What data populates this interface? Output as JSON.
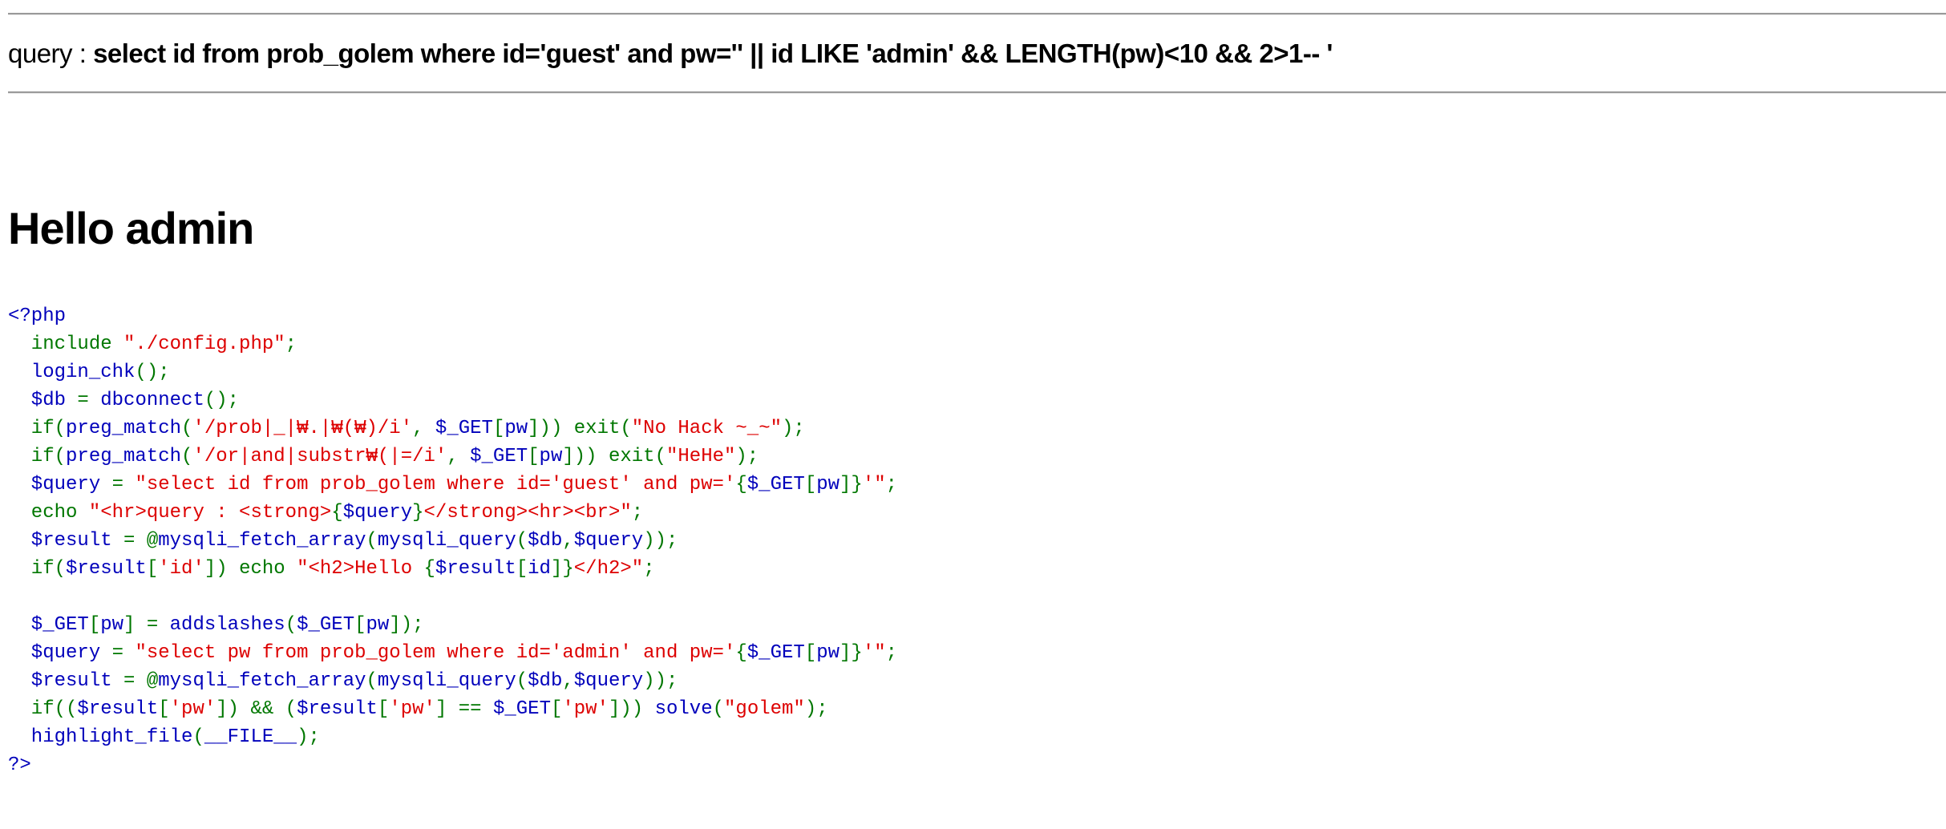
{
  "query_label": "query : ",
  "query_text": "select id from prob_golem where id='guest' and pw='' || id LIKE 'admin' && LENGTH(pw)<10 && 2>1-- '",
  "hello": "Hello admin",
  "colors": {
    "default": "#0000BB",
    "keyword": "#007700",
    "string": "#DD0000"
  },
  "code": {
    "lines": [
      [
        [
          "b",
          "<?php"
        ]
      ],
      [
        [
          "g",
          "  include "
        ],
        [
          "r",
          "\"./config.php\""
        ],
        [
          "g",
          ";"
        ]
      ],
      [
        [
          "b",
          "  login_chk"
        ],
        [
          "g",
          "();"
        ]
      ],
      [
        [
          "b",
          "  $db "
        ],
        [
          "g",
          "= "
        ],
        [
          "b",
          "dbconnect"
        ],
        [
          "g",
          "();"
        ]
      ],
      [
        [
          "g",
          "  if("
        ],
        [
          "b",
          "preg_match"
        ],
        [
          "g",
          "("
        ],
        [
          "r",
          "'/prob|_|₩.|₩(₩)/i'"
        ],
        [
          "g",
          ", "
        ],
        [
          "b",
          "$_GET"
        ],
        [
          "g",
          "["
        ],
        [
          "b",
          "pw"
        ],
        [
          "g",
          "])) exit("
        ],
        [
          "r",
          "\"No Hack ~_~\""
        ],
        [
          "g",
          ");"
        ]
      ],
      [
        [
          "g",
          "  if("
        ],
        [
          "b",
          "preg_match"
        ],
        [
          "g",
          "("
        ],
        [
          "r",
          "'/or|and|substr₩(|=/i'"
        ],
        [
          "g",
          ", "
        ],
        [
          "b",
          "$_GET"
        ],
        [
          "g",
          "["
        ],
        [
          "b",
          "pw"
        ],
        [
          "g",
          "])) exit("
        ],
        [
          "r",
          "\"HeHe\""
        ],
        [
          "g",
          ");"
        ]
      ],
      [
        [
          "b",
          "  $query "
        ],
        [
          "g",
          "= "
        ],
        [
          "r",
          "\"select id from prob_golem where id='guest' and pw='"
        ],
        [
          "g",
          "{"
        ],
        [
          "b",
          "$_GET"
        ],
        [
          "g",
          "["
        ],
        [
          "b",
          "pw"
        ],
        [
          "g",
          "]}"
        ],
        [
          "r",
          "'\""
        ],
        [
          "g",
          ";"
        ]
      ],
      [
        [
          "g",
          "  echo "
        ],
        [
          "r",
          "\"<hr>query : <strong>"
        ],
        [
          "g",
          "{"
        ],
        [
          "b",
          "$query"
        ],
        [
          "g",
          "}"
        ],
        [
          "r",
          "</strong><hr><br>\""
        ],
        [
          "g",
          ";"
        ]
      ],
      [
        [
          "b",
          "  $result "
        ],
        [
          "g",
          "= @"
        ],
        [
          "b",
          "mysqli_fetch_array"
        ],
        [
          "g",
          "("
        ],
        [
          "b",
          "mysqli_query"
        ],
        [
          "g",
          "("
        ],
        [
          "b",
          "$db"
        ],
        [
          "g",
          ","
        ],
        [
          "b",
          "$query"
        ],
        [
          "g",
          "));"
        ]
      ],
      [
        [
          "g",
          "  if("
        ],
        [
          "b",
          "$result"
        ],
        [
          "g",
          "["
        ],
        [
          "r",
          "'id'"
        ],
        [
          "g",
          "]) echo "
        ],
        [
          "r",
          "\"<h2>Hello "
        ],
        [
          "g",
          "{"
        ],
        [
          "b",
          "$result"
        ],
        [
          "g",
          "["
        ],
        [
          "b",
          "id"
        ],
        [
          "g",
          "]}"
        ],
        [
          "r",
          "</h2>\""
        ],
        [
          "g",
          ";"
        ]
      ],
      [],
      [
        [
          "b",
          "  $_GET"
        ],
        [
          "g",
          "["
        ],
        [
          "b",
          "pw"
        ],
        [
          "g",
          "] = "
        ],
        [
          "b",
          "addslashes"
        ],
        [
          "g",
          "("
        ],
        [
          "b",
          "$_GET"
        ],
        [
          "g",
          "["
        ],
        [
          "b",
          "pw"
        ],
        [
          "g",
          "]);"
        ]
      ],
      [
        [
          "b",
          "  $query "
        ],
        [
          "g",
          "= "
        ],
        [
          "r",
          "\"select pw from prob_golem where id='admin' and pw='"
        ],
        [
          "g",
          "{"
        ],
        [
          "b",
          "$_GET"
        ],
        [
          "g",
          "["
        ],
        [
          "b",
          "pw"
        ],
        [
          "g",
          "]}"
        ],
        [
          "r",
          "'\""
        ],
        [
          "g",
          ";"
        ]
      ],
      [
        [
          "b",
          "  $result "
        ],
        [
          "g",
          "= @"
        ],
        [
          "b",
          "mysqli_fetch_array"
        ],
        [
          "g",
          "("
        ],
        [
          "b",
          "mysqli_query"
        ],
        [
          "g",
          "("
        ],
        [
          "b",
          "$db"
        ],
        [
          "g",
          ","
        ],
        [
          "b",
          "$query"
        ],
        [
          "g",
          "));"
        ]
      ],
      [
        [
          "g",
          "  if(("
        ],
        [
          "b",
          "$result"
        ],
        [
          "g",
          "["
        ],
        [
          "r",
          "'pw'"
        ],
        [
          "g",
          "]) && ("
        ],
        [
          "b",
          "$result"
        ],
        [
          "g",
          "["
        ],
        [
          "r",
          "'pw'"
        ],
        [
          "g",
          "] == "
        ],
        [
          "b",
          "$_GET"
        ],
        [
          "g",
          "["
        ],
        [
          "r",
          "'pw'"
        ],
        [
          "g",
          "])) "
        ],
        [
          "b",
          "solve"
        ],
        [
          "g",
          "("
        ],
        [
          "r",
          "\"golem\""
        ],
        [
          "g",
          ");"
        ]
      ],
      [
        [
          "b",
          "  highlight_file"
        ],
        [
          "g",
          "("
        ],
        [
          "b",
          "__FILE__"
        ],
        [
          "g",
          ");"
        ]
      ],
      [
        [
          "b",
          "?>"
        ]
      ]
    ]
  }
}
